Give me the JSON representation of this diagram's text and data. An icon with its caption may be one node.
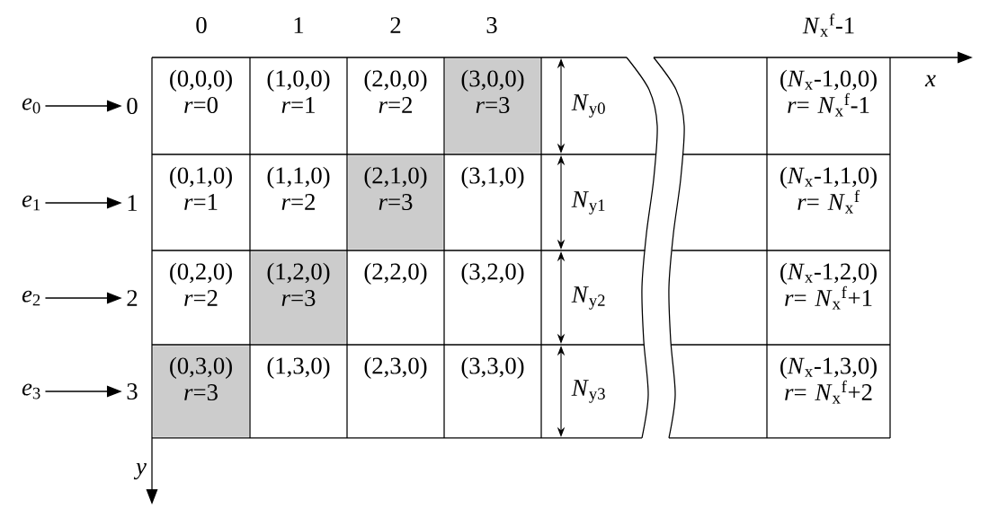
{
  "diagram": {
    "nodes": [
      {
        "text": [
          "*e*$_{0}$"
        ]
      },
      {
        "text": [
          "*e*$_{1}$"
        ]
      },
      {
        "text": [
          "*e*$_{2}$"
        ]
      },
      {
        "text": [
          "*e*$_{3}$"
        ]
      },
      {
        "text": [
          "0"
        ]
      },
      {
        "text": [
          "1"
        ]
      },
      {
        "text": [
          "2"
        ]
      },
      {
        "text": [
          "3"
        ]
      }
    ],
    "edges": [
      {
        "from": 0,
        "to": 4,
        "arrow": "to"
      },
      {
        "from": 1,
        "to": 5,
        "arrow": "to"
      },
      {
        "from": 2,
        "to": 6,
        "arrow": "to"
      },
      {
        "from": 3,
        "to": 7,
        "arrow": "to"
      }
    ],
    "labels": [
      "0",
      "1",
      "2",
      "3",
      "*N*$_{x}$$^{f}$-1",
      "*x*",
      "(0,0,0) *r*=0",
      "(1,0,0) *r*=1",
      "(2,0,0) *r*=2",
      "(3,0,0) *r*=3",
      "*N*$_{y0}$",
      "(*N*$_{x}$-1,0,0) *r*= *N*$_{x}$$^{f}$-1",
      "(0,1,0) *r*=1",
      "(1,1,0) *r*=2",
      "(2,1,0) *r*=3",
      "(3,1,0)",
      "*N*$_{y1}$",
      "(*N*$_{x}$-1,1,0) *r*= *N*$_{x}$$^{f}$",
      "(0,2,0) *r*=2",
      "(1,2,0) *r*=3",
      "(2,2,0)",
      "(3,2,0)",
      "*N*$_{y2}$",
      "(*N*$_{x}$-1,2,0) *r*= *N*$_{x}$$^{f}$+1",
      "(0,3,0) *r*=3",
      "(1,3,0)",
      "(2,3,0)",
      "(3,3,0)",
      "*N*$_{y3}$",
      "(*N*$_{x}$-1,3,0) *r*= *N*$_{x}$$^{f}$+2",
      "*y*"
    ]
  }
}
